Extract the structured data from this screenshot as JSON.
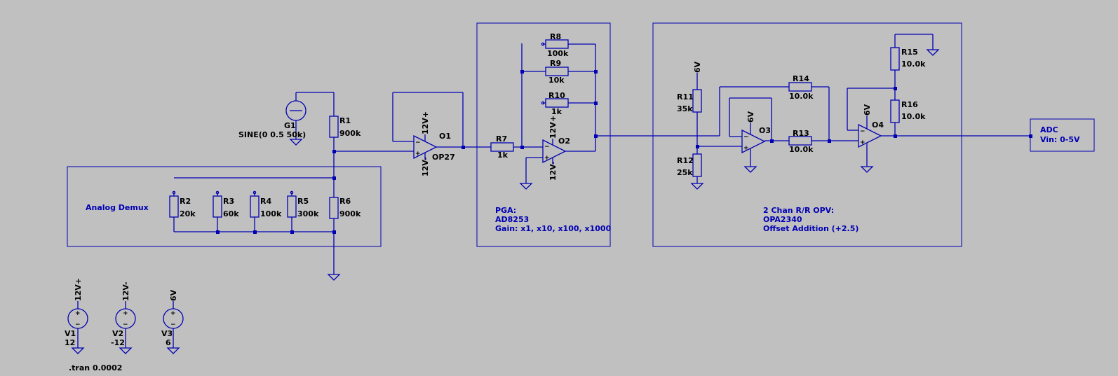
{
  "colors": {
    "background": "#c0c0c0",
    "wire": "#0000b4",
    "label": "#000000"
  },
  "blocks": {
    "demux": {
      "label": "Analog Demux"
    },
    "pga": {
      "lines": [
        "PGA:",
        "AD8253",
        "Gain: x1, x10, x100, x1000"
      ]
    },
    "opv": {
      "lines": [
        "2 Chan R/R OPV:",
        "OPA2340",
        "Offset Addition (+2.5)"
      ]
    },
    "adc": {
      "lines": [
        "ADC",
        "Vin: 0-5V"
      ]
    }
  },
  "source_g1": {
    "name": "G1",
    "value": "SINE(0 0.5 50k)"
  },
  "resistors": [
    {
      "name": "R1",
      "value": "900k"
    },
    {
      "name": "R2",
      "value": "20k"
    },
    {
      "name": "R3",
      "value": "60k"
    },
    {
      "name": "R4",
      "value": "100k"
    },
    {
      "name": "R5",
      "value": "300k"
    },
    {
      "name": "R6",
      "value": "900k"
    },
    {
      "name": "R7",
      "value": "1k"
    },
    {
      "name": "R8",
      "value": "100k"
    },
    {
      "name": "R9",
      "value": "10k"
    },
    {
      "name": "R10",
      "value": "1k"
    },
    {
      "name": "R11",
      "value": "35k"
    },
    {
      "name": "R12",
      "value": "25k"
    },
    {
      "name": "R13",
      "value": "10.0k"
    },
    {
      "name": "R14",
      "value": "10.0k"
    },
    {
      "name": "R15",
      "value": "10.0k"
    },
    {
      "name": "R16",
      "value": "10.0k"
    }
  ],
  "opamps": {
    "o1": {
      "name": "O1",
      "model": "OP27",
      "vpos": "12V+",
      "vneg": "12V-"
    },
    "o2": {
      "name": "O2",
      "vpos": "12V+",
      "vneg": "12V-"
    },
    "o3": {
      "name": "O3",
      "vpos": "6V"
    },
    "o4": {
      "name": "O4",
      "vpos": "6V"
    }
  },
  "net_6v_r11": "6V",
  "supplies": [
    {
      "name": "V1",
      "value": "12",
      "net": "12V+"
    },
    {
      "name": "V2",
      "value": "-12",
      "net": "12V-"
    },
    {
      "name": "V3",
      "value": "6",
      "net": "6V"
    }
  ],
  "directive": ".tran 0.0002"
}
